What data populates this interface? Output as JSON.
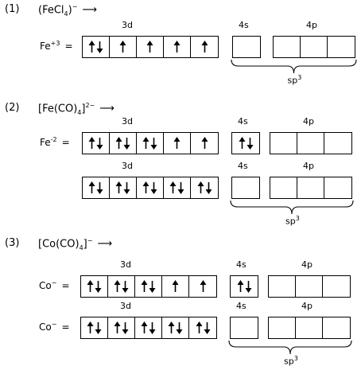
{
  "sections": [
    {
      "number": "(1)",
      "formula_main": "(FeCl",
      "formula_sub": "4",
      "formula_close": ")",
      "formula_sup": "−",
      "arrow": "⟶",
      "configs": [
        {
          "ion": "Fe",
          "ion_sup": "+3",
          "eq": "=",
          "label_3d": "3d",
          "label_4s": "4s",
          "label_4p": "4p",
          "d": [
            "ud",
            "u",
            "u",
            "u",
            "u"
          ],
          "s": [
            ""
          ],
          "p": [
            "",
            "",
            ""
          ],
          "hybrid": "sp",
          "hybrid_sup": "3"
        }
      ]
    },
    {
      "number": "(2)",
      "formula_main": "[Fe(CO)",
      "formula_sub": "4",
      "formula_close": "]",
      "formula_sup": "2−",
      "arrow": "⟶",
      "configs": [
        {
          "ion": "Fe",
          "ion_sup": "-2",
          "eq": "=",
          "label_3d": "3d",
          "label_4s": "4s",
          "label_4p": "4p",
          "d": [
            "ud",
            "ud",
            "ud",
            "u",
            "u"
          ],
          "s": [
            "ud"
          ],
          "p": [
            "",
            "",
            ""
          ]
        },
        {
          "label_3d": "3d",
          "label_4s": "4s",
          "label_4p": "4p",
          "d": [
            "ud",
            "ud",
            "ud",
            "ud",
            "ud"
          ],
          "s": [
            ""
          ],
          "p": [
            "",
            "",
            ""
          ],
          "hybrid": "sp",
          "hybrid_sup": "3"
        }
      ]
    },
    {
      "number": "(3)",
      "formula_main": "[Co(CO)",
      "formula_sub": "4",
      "formula_close": "]",
      "formula_sup": "−",
      "arrow": "⟶",
      "configs": [
        {
          "ion": "Co",
          "ion_sup": "−",
          "eq": "=",
          "label_3d": "3d",
          "label_4s": "4s",
          "label_4p": "4p",
          "d": [
            "ud",
            "ud",
            "ud",
            "u",
            "u"
          ],
          "s": [
            "ud"
          ],
          "p": [
            "",
            "",
            ""
          ]
        },
        {
          "ion": "Co",
          "ion_sup": "−",
          "eq": "=",
          "label_3d": "3d",
          "label_4s": "4s",
          "label_4p": "4p",
          "d": [
            "ud",
            "ud",
            "ud",
            "ud",
            "ud"
          ],
          "s": [
            ""
          ],
          "p": [
            "",
            "",
            ""
          ],
          "hybrid": "sp",
          "hybrid_sup": "3"
        }
      ]
    }
  ]
}
